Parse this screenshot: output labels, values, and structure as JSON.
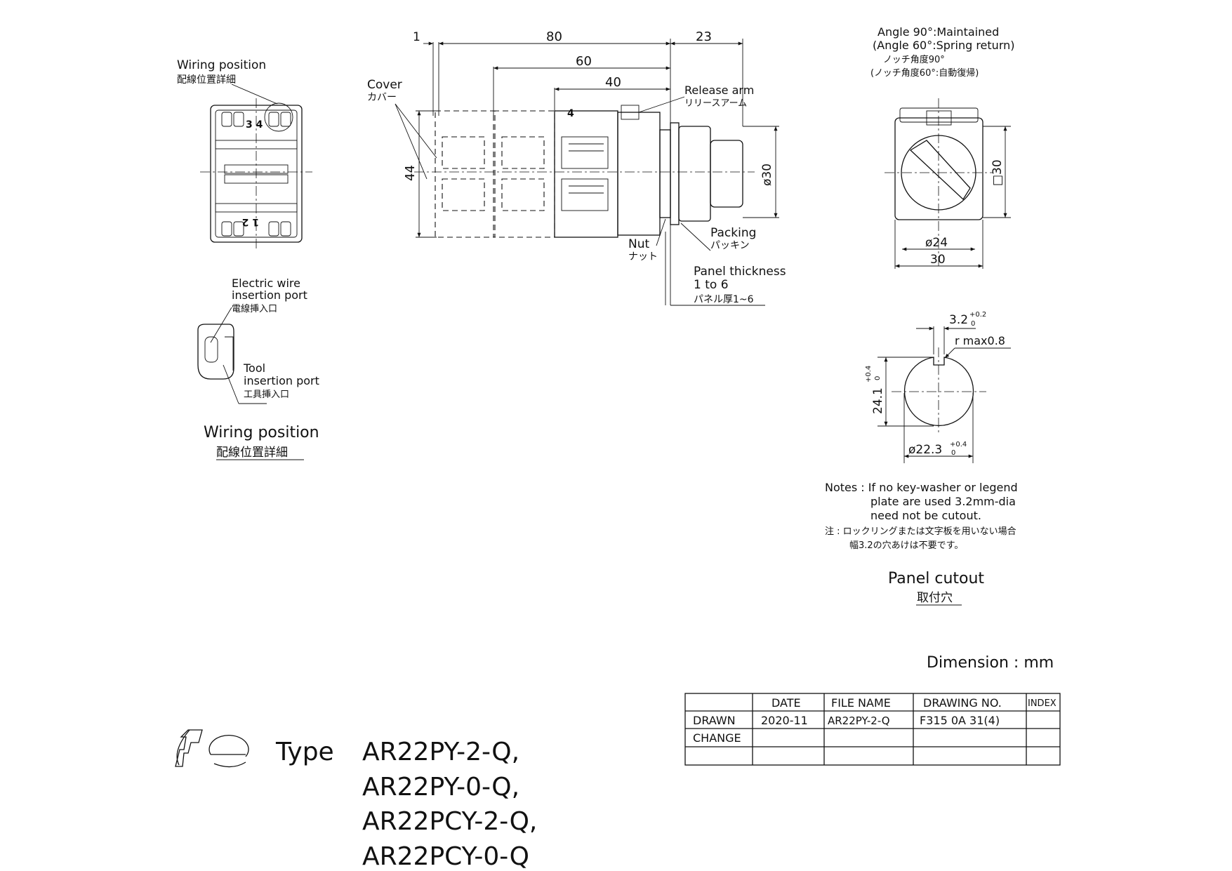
{
  "wiring_detail": {
    "label_en": "Wiring position",
    "label_ja": "配線位置詳細",
    "terminal_top": "3 4",
    "terminal_bottom": "1 2"
  },
  "port_detail": {
    "wire_port_en_1": "Electric wire",
    "wire_port_en_2": "insertion port",
    "wire_port_ja": "電線挿入口",
    "tool_port_en_1": "Tool",
    "tool_port_en_2": "insertion port",
    "tool_port_ja": "工具挿入口",
    "caption_en": "Wiring position",
    "caption_ja": "配線位置詳細"
  },
  "side_view": {
    "dim_1": "1",
    "dim_80": "80",
    "dim_23": "23",
    "dim_60": "60",
    "dim_40": "40",
    "dim_44": "44",
    "dim_dia30": "ø30",
    "cover_en": "Cover",
    "cover_ja": "カバー",
    "release_en": "Release arm",
    "release_ja": "リリースアーム",
    "terminal_mark": "4",
    "packing_en": "Packing",
    "packing_ja": "パッキン",
    "nut_en": "Nut",
    "nut_ja": "ナット",
    "panel_en_1": "Panel thickness",
    "panel_en_2": "1 to 6",
    "panel_ja": "パネル厚1~6"
  },
  "front_view": {
    "angle_1": "Angle 90°:Maintained",
    "angle_2": "(Angle 60°:Spring return)",
    "angle_ja_1": "ノッチ角度90°",
    "angle_ja_2": "(ノッチ角度60°:自動復帰)",
    "dim_sq30": "□30",
    "dim_dia24": "ø24",
    "dim_30": "30"
  },
  "cutout": {
    "dim_32": "3.2",
    "dim_32_tol": "+0.2",
    "dim_32_tol2": "0",
    "rmax": "r max0.8",
    "dim_241": "24.1",
    "dim_241_tol": "+0.4",
    "dim_241_tol2": "0",
    "dim_223": "ø22.3",
    "dim_223_tol": "+0.4",
    "dim_223_tol2": "0",
    "notes_1": "Notes : If no key-washer or legend",
    "notes_2": "plate are used 3.2mm-dia",
    "notes_3": "need not be cutout.",
    "notes_ja_1": "注 : ロックリングまたは文字板を用いない場合",
    "notes_ja_2": "幅3.2の穴あけは不要です。",
    "caption_en": "Panel cutout",
    "caption_ja": "取付穴"
  },
  "dimension_unit": "Dimension : mm",
  "title_block": {
    "headers": [
      "",
      "DATE",
      "FILE NAME",
      "DRAWING NO.",
      "INDEX"
    ],
    "rows": [
      [
        "DRAWN",
        "2020-11",
        "AR22PY-2-Q",
        "F315 0A 31(4)",
        ""
      ],
      [
        "CHANGE",
        "",
        "",
        "",
        ""
      ],
      [
        "",
        "",
        "",
        "",
        ""
      ]
    ]
  },
  "type_block": {
    "logo": "Fe",
    "type_label": "Type",
    "models": [
      "AR22PY-2-Q,",
      "AR22PY-0-Q,",
      "AR22PCY-2-Q,",
      "AR22PCY-0-Q"
    ]
  }
}
